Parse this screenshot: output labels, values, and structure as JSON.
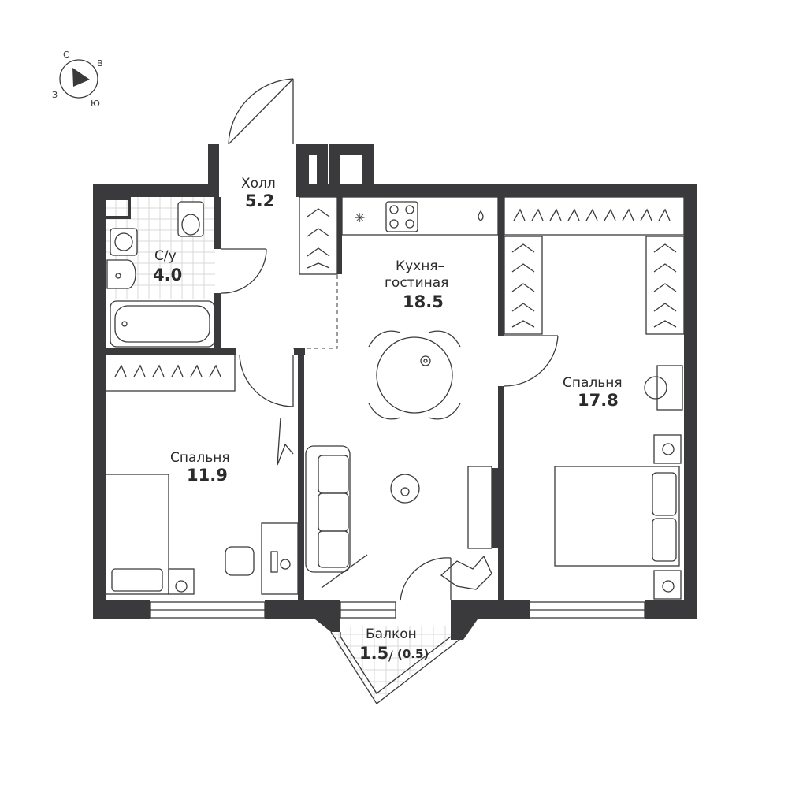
{
  "compass": {
    "north": "С",
    "east": "В",
    "south": "Ю",
    "west": "З"
  },
  "rooms": {
    "hall": {
      "name": "Холл",
      "area": "5.2"
    },
    "bathroom": {
      "name": "С/у",
      "area": "4.0"
    },
    "kitchen_living": {
      "name_line1": "Кухня–",
      "name_line2": "гостиная",
      "area": "18.5"
    },
    "bedroom_large": {
      "name": "Спальня",
      "area": "17.8"
    },
    "bedroom_small": {
      "name": "Спальня",
      "area": "11.9"
    },
    "balcony": {
      "name": "Балкон",
      "area": "1.5",
      "separator": "/",
      "area_reduced": "(0.5)"
    }
  },
  "colors": {
    "walls": "#3a3a3c",
    "lines": "#3a3a3c",
    "tiles": "#d8d8d8",
    "background": "#ffffff"
  }
}
